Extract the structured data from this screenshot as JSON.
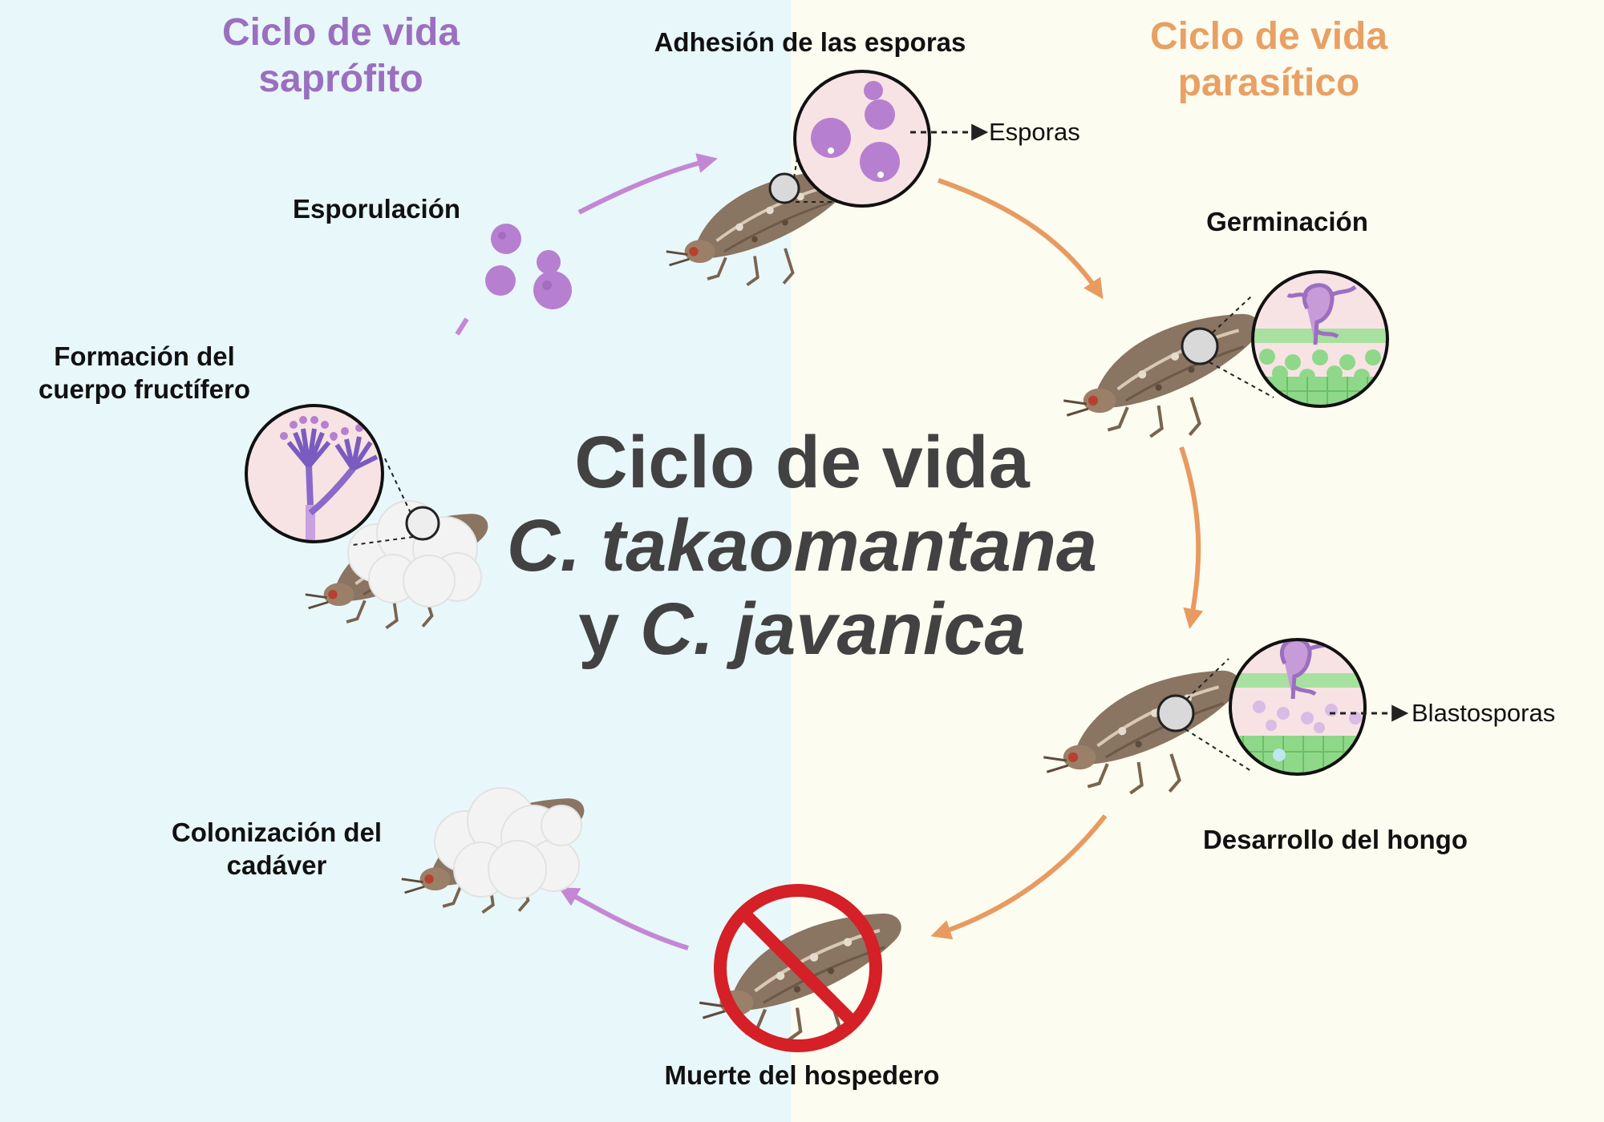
{
  "sections": {
    "saprophytic": {
      "title_line1": "Ciclo de vida",
      "title_line2": "saprófito",
      "color": "#9b6fc0"
    },
    "parasitic": {
      "title_line1": "Ciclo de vida",
      "title_line2": "parasítico",
      "color": "#e8a064"
    }
  },
  "center": {
    "line1": "Ciclo de vida",
    "line2": "C. takaomantana",
    "line3_prefix": "y ",
    "line3_italic": "C. javanica",
    "color": "#424242"
  },
  "stages": {
    "adhesion": "Adhesión de las esporas",
    "germination": "Germinación",
    "development": "Desarrollo del hongo",
    "death": "Muerte del hospedero",
    "colonization_line1": "Colonización del",
    "colonization_line2": "cadáver",
    "fruiting_line1": "Formación del",
    "fruiting_line2": "cuerpo fructífero",
    "sporulation": "Esporulación"
  },
  "callouts": {
    "spores": "Esporas",
    "blastospores": "Blastosporas"
  },
  "colors": {
    "left_background": "#e8f7fa",
    "right_background": "#fcfcf0",
    "arrow_purple": "#c487d4",
    "arrow_orange": "#e89a60",
    "spore": "#b77fd0",
    "prohibit_red": "#d42026",
    "insect_brown": "#8a7462",
    "tissue_green": "#8fd88a",
    "fungal_mass": "#f3f3f3"
  },
  "icons": [
    "spore-icon",
    "insect-icon",
    "magnifier-circle-icon",
    "germ-tube-icon",
    "plant-tissue-icon",
    "conidiophore-icon",
    "fungal-mass-icon",
    "prohibition-icon",
    "dashed-arrow-icon"
  ]
}
